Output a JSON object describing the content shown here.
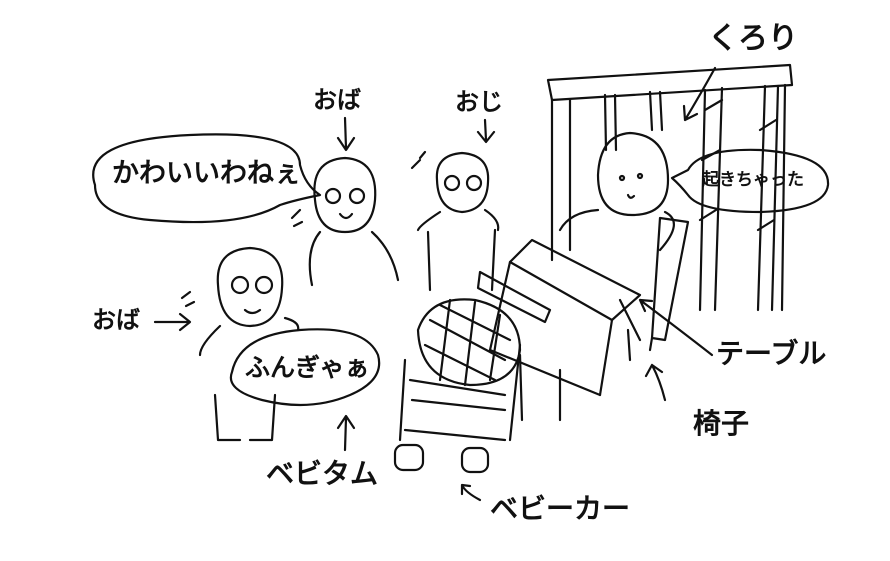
{
  "labels": {
    "kurori": "くろり",
    "oba_top": "おば",
    "oji": "おじ",
    "oba_left": "おば",
    "table": "テーブル",
    "chair": "椅子",
    "baby": "ベビタム",
    "stroller": "ベビーカー"
  },
  "speech": {
    "oba_says": "かわいいわねぇ",
    "kurori_says": "起きちゃった",
    "baby_says": "ふんぎゃぁ"
  }
}
